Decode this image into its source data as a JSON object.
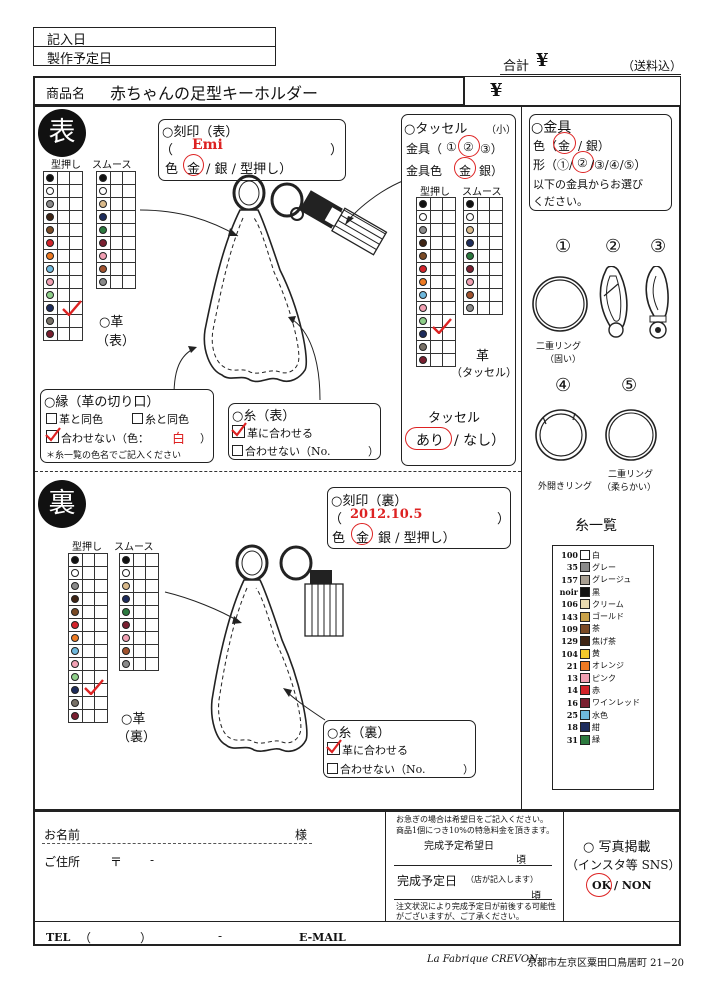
{
  "header": {
    "entry_date_label": "記入日",
    "production_date_label": "製作予定日",
    "total_label": "合計",
    "yen": "¥",
    "shipping_note": "（送料込）",
    "product_label": "商品名",
    "product_name": "赤ちゃんの足型キーホルダー",
    "price_yen": "¥"
  },
  "front": {
    "side_label": "表",
    "engrave_title": "○刻印（表）",
    "engrave_paren_open": "（",
    "engrave_text": "Emi",
    "engrave_paren_close": "）",
    "engrave_color": "色",
    "gold": "金",
    "engrave_color_rest": "/ 銀 / 型押し）",
    "col_embossed": "型押し",
    "col_smooth": "スムース",
    "leather_label": "○革",
    "leather_side": "（表）",
    "edge_title": "○縁（革の切り口）",
    "edge_same_leather": "革と同色",
    "edge_same_thread": "糸と同色",
    "edge_mismatch": "合わせない（色：",
    "edge_color": "白",
    "edge_close": "）",
    "edge_note": "＊糸一覧の色名でご記入ください",
    "thread_title": "○糸（表）",
    "thread_match": "革に合わせる",
    "thread_mismatch": "合わせない（No.",
    "thread_close": "）"
  },
  "tassel": {
    "title": "○タッセル",
    "size": "（小）",
    "fitting_label": "金具（",
    "fitting_opts": "①",
    "fitting_sel": "②",
    "fitting_end": "③）",
    "fitting_color_label": "金具色",
    "gold": "金",
    "fitting_color_rest": "銀）",
    "col_embossed": "型押し",
    "col_smooth": "スムース",
    "leather_label": "革",
    "leather_sub": "（タッセル）",
    "tassel_label": "タッセル",
    "yes": "あり",
    "no": "/ なし）"
  },
  "hardware": {
    "title": "○金具",
    "color_label": "色（",
    "gold": "金",
    "color_rest": "/ 銀）",
    "shape_label": "形（①/",
    "shape_sel": "②",
    "shape_rest": "/③/④/⑤）",
    "instruction_1": "以下の金具からお選び",
    "instruction_2": "ください。",
    "items": [
      {
        "num": "①",
        "caption1": "二重リング",
        "caption2": "（固い）"
      },
      {
        "num": "②",
        "caption1": "",
        "caption2": ""
      },
      {
        "num": "③",
        "caption1": "",
        "caption2": ""
      },
      {
        "num": "④",
        "caption1": "外開きリング",
        "caption2": ""
      },
      {
        "num": "⑤",
        "caption1": "二重リング",
        "caption2": "（柔らかい）"
      }
    ]
  },
  "thread_list": {
    "title": "糸一覧",
    "items": [
      {
        "no": "100",
        "name": "白",
        "color": "#ffffff"
      },
      {
        "no": "35",
        "name": "グレー",
        "color": "#8a8a8a"
      },
      {
        "no": "157",
        "name": "グレージュ",
        "color": "#a89f92"
      },
      {
        "no": "noir",
        "name": "黒",
        "color": "#111111"
      },
      {
        "no": "106",
        "name": "クリーム",
        "color": "#e8d9b0"
      },
      {
        "no": "143",
        "name": "ゴールド",
        "color": "#c9a24a"
      },
      {
        "no": "109",
        "name": "茶",
        "color": "#7a4a25"
      },
      {
        "no": "129",
        "name": "焦げ茶",
        "color": "#3e2414"
      },
      {
        "no": "104",
        "name": "黄",
        "color": "#f2c72a"
      },
      {
        "no": "21",
        "name": "オレンジ",
        "color": "#ee7a22"
      },
      {
        "no": "13",
        "name": "ピンク",
        "color": "#f1a0b3"
      },
      {
        "no": "14",
        "name": "赤",
        "color": "#d3232a"
      },
      {
        "no": "16",
        "name": "ワインレッド",
        "color": "#7a1f30"
      },
      {
        "no": "25",
        "name": "水色",
        "color": "#6fb8dc"
      },
      {
        "no": "18",
        "name": "紺",
        "color": "#1d2c5c"
      },
      {
        "no": "31",
        "name": "緑",
        "color": "#2c7a3f"
      }
    ]
  },
  "back": {
    "side_label": "裏",
    "engrave_title": "○刻印（裏）",
    "engrave_paren_open": "（",
    "engrave_text": "2012.10.5",
    "engrave_paren_close": "）",
    "engrave_color": "色",
    "gold": "金",
    "engrave_color_rest": "銀 / 型押し）",
    "col_embossed": "型押し",
    "col_smooth": "スムース",
    "leather_label": "○革",
    "leather_side": "（裏）",
    "thread_title": "○糸（裏）",
    "thread_match": "革に合わせる",
    "thread_mismatch": "合わせない（No.",
    "thread_close": "）"
  },
  "leather_swatches_embossed": [
    "#111111",
    "#ffffff",
    "#8a8a8a",
    "#3e2414",
    "#7a4a25",
    "#d3232a",
    "#ee7a22",
    "#6fb8dc",
    "#f1a0b3",
    "#8fcf8a",
    "#1d2c5c",
    "#777066",
    "#7a1f30"
  ],
  "leather_swatches_smooth": [
    "#111111",
    "#ffffff",
    "#d9b98a",
    "#1d2c5c",
    "#2c7a3f",
    "#7a1f30",
    "#f1a0b3",
    "#a0522d",
    "#8a8a8a"
  ],
  "footer": {
    "name_label": "お名前",
    "sama": "様",
    "address_label": "ご住所",
    "postal": "〒",
    "dash": "-",
    "tel_label": "TEL",
    "tel_open": "（",
    "tel_close": "）",
    "email_label": "E-MAIL",
    "rush_note_1": "お急ぎの場合は希望日をご記入ください。",
    "rush_note_2": "商品1個につき10%の特急料金を頂きます。",
    "desired_date_label": "完成予定希望日",
    "koro": "頃",
    "scheduled_label": "完成予定日",
    "scheduled_sub": "（店が記入します）",
    "order_note_1": "注文状況により完成予定日が前後する可能性",
    "order_note_2": "がございますが、ご了承ください。",
    "photo_title": "○ 写真掲載",
    "photo_sub": "（インスタ等 SNS）",
    "ok": "OK",
    "non": "/ NON",
    "shop": "La Fabrique CREVON",
    "shop_address": "京都市左京区粟田口鳥居町 21−20"
  }
}
